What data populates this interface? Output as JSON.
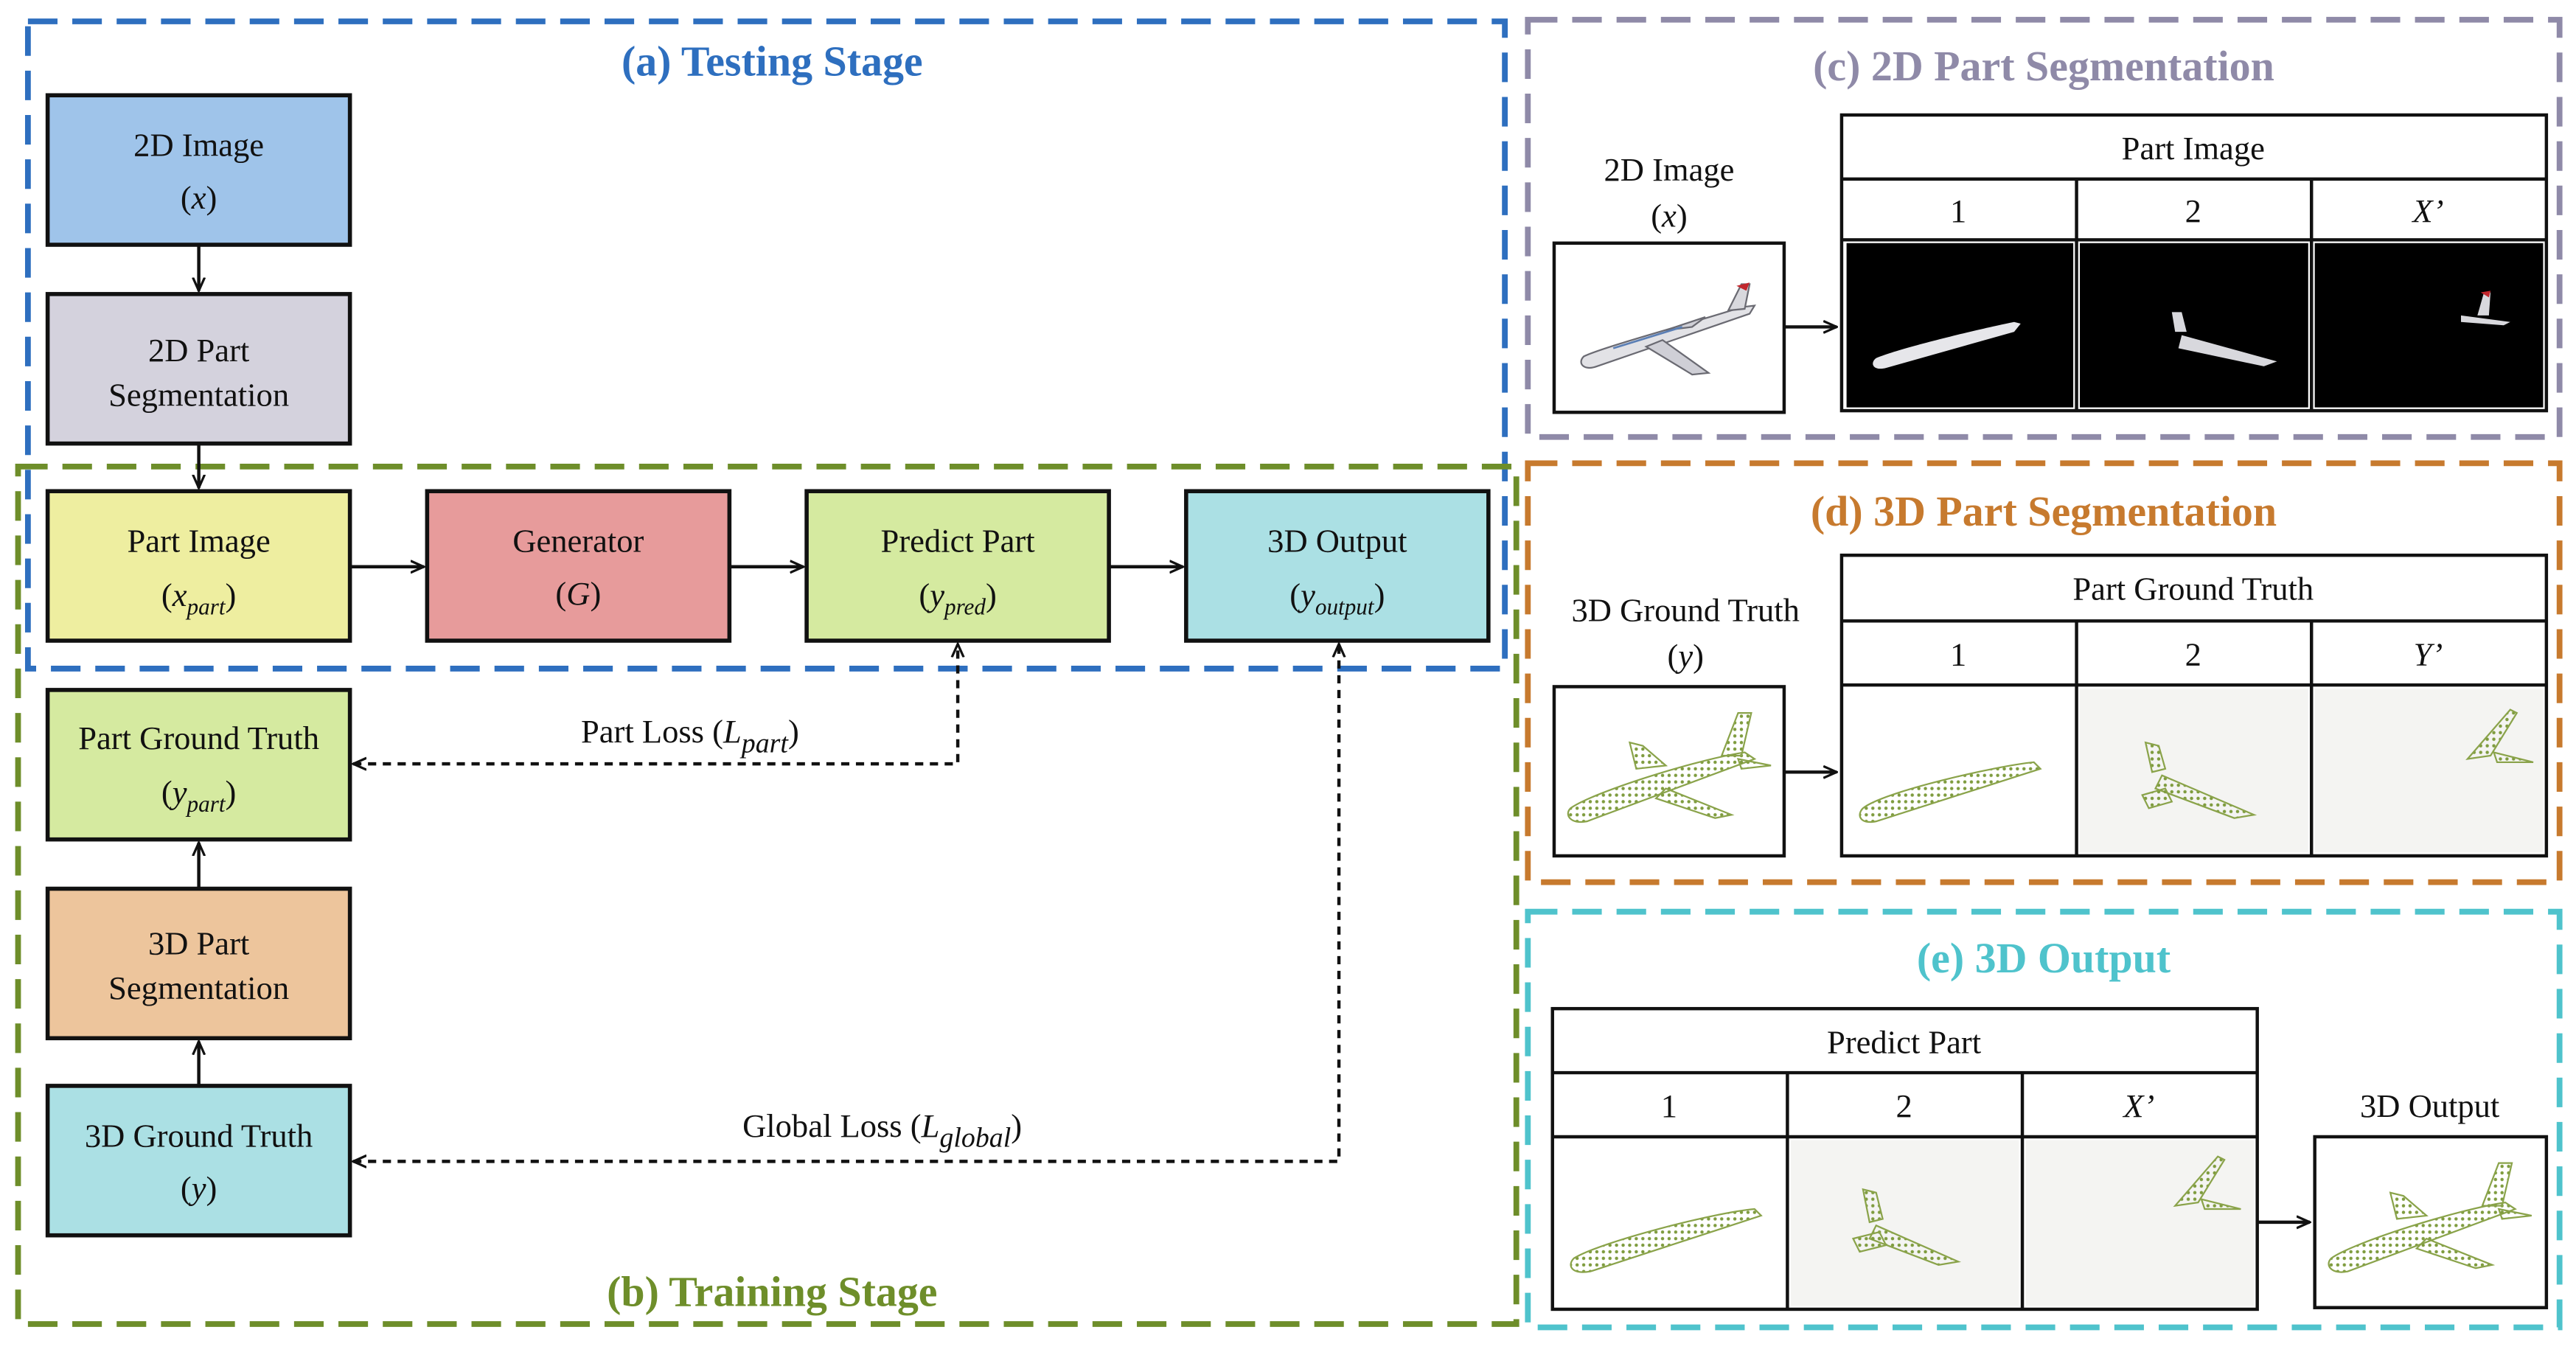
{
  "colors": {
    "testing_border": "#2e6fbf",
    "training_border": "#6e8e2a",
    "seg2d_border": "#8f8aa8",
    "seg3d_border": "#c77a2e",
    "output_border": "#4fc3cc",
    "box_2d_image": "#9fc4ea",
    "box_2d_part_seg": "#d4d2dd",
    "box_part_image": "#eeeea0",
    "box_generator": "#e79b9b",
    "box_predict_part": "#d5eaa0",
    "box_3d_output": "#abe0e4",
    "box_part_gt": "#d5eaa0",
    "box_3d_part_seg": "#edc59c",
    "box_3d_gt": "#abe0e4"
  },
  "titles": {
    "testing": "(a) Testing Stage",
    "training": "(b) Training Stage",
    "seg2d": "(c) 2D Part Segmentation",
    "seg3d": "(d) 3D Part Segmentation",
    "output": "(e) 3D Output"
  },
  "flow": {
    "image2d": {
      "line1": "2D Image",
      "sym": "x"
    },
    "part_seg_2d": {
      "line1": "2D Part",
      "line2": "Segmentation"
    },
    "part_image": {
      "line1": "Part Image",
      "sym": "x",
      "sub": "part"
    },
    "generator": {
      "line1": "Generator",
      "sym": "G"
    },
    "predict_part": {
      "line1": "Predict Part",
      "sym": "y",
      "sub": "pred"
    },
    "output3d": {
      "line1": "3D Output",
      "sym": "y",
      "sub": "output"
    },
    "part_gt": {
      "line1": "Part Ground Truth",
      "sym": "y",
      "sub": "part"
    },
    "part_seg_3d": {
      "line1": "3D Part",
      "line2": "Segmentation"
    },
    "gt3d": {
      "line1": "3D Ground Truth",
      "sym": "y"
    }
  },
  "losses": {
    "part": {
      "text": "Part Loss",
      "sym": "L",
      "sub": "part"
    },
    "global": {
      "text": "Global Loss",
      "sym": "L",
      "sub": "global"
    }
  },
  "panel_c": {
    "input_label": "2D Image",
    "input_sym": "x",
    "table_header": "Part Image",
    "columns": [
      "1",
      "2",
      "X’"
    ]
  },
  "panel_d": {
    "input_label": "3D Ground Truth",
    "input_sym": "y",
    "table_header": "Part Ground Truth",
    "columns": [
      "1",
      "2",
      "Y’"
    ]
  },
  "panel_e": {
    "table_header": "Predict Part",
    "columns": [
      "1",
      "2",
      "X’"
    ],
    "output_label": "3D Output"
  }
}
